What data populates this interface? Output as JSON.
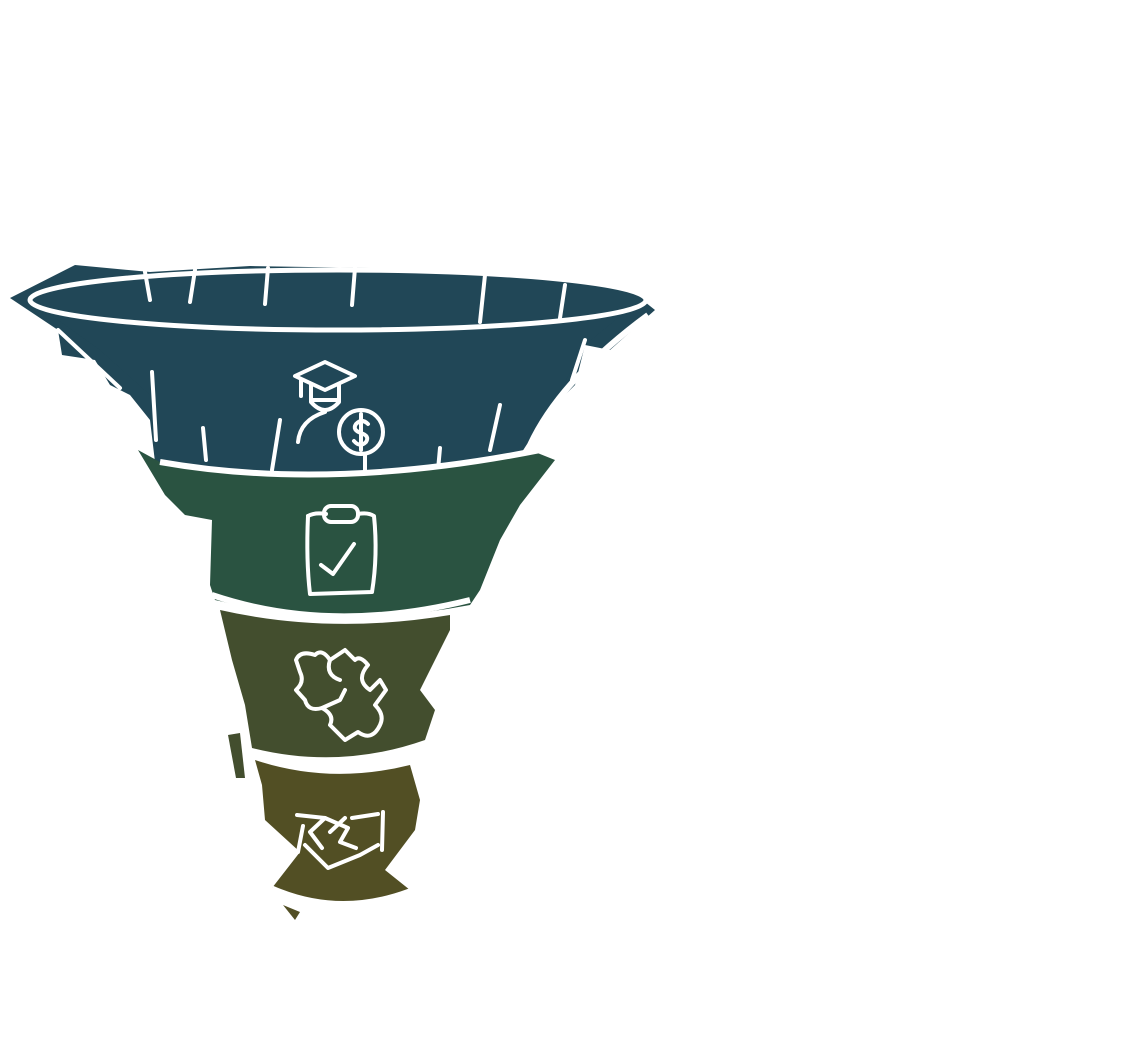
{
  "diagram": {
    "type": "funnel",
    "background": "#ffffff",
    "outline_color": "#ffffff",
    "stages": [
      {
        "name": "stage-1",
        "color": "#214757",
        "icon": "graduate-with-dollar-coin-icon"
      },
      {
        "name": "stage-2",
        "color": "#2a5341",
        "icon": "clipboard-checkmark-icon"
      },
      {
        "name": "stage-3",
        "color": "#434e2e",
        "icon": "puzzle-pieces-icon"
      },
      {
        "name": "stage-4",
        "color": "#524f24",
        "icon": "handshake-icon"
      }
    ]
  }
}
